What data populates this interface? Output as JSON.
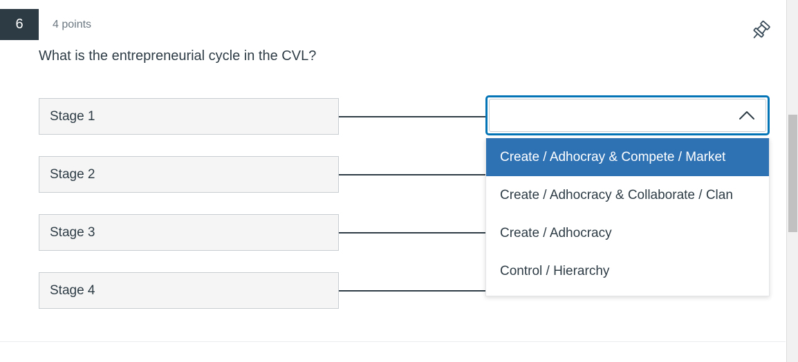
{
  "question": {
    "number": "6",
    "points": "4 points",
    "text": "What is the entrepreneurial cycle in the CVL?",
    "pin_icon": "pushpin-icon"
  },
  "matching": {
    "prompts": [
      {
        "label": "Stage 1"
      },
      {
        "label": "Stage 2"
      },
      {
        "label": "Stage 3"
      },
      {
        "label": "Stage 4"
      }
    ]
  },
  "answer_select": {
    "value": "",
    "placeholder": "",
    "expanded": true,
    "chevron_icon": "chevron-up-icon",
    "options": [
      {
        "label": "Create / Adhocray & Compete / Market",
        "selected": true
      },
      {
        "label": "Create / Adhocracy & Collaborate / Clan",
        "selected": false
      },
      {
        "label": "Create / Adhocracy",
        "selected": false
      },
      {
        "label": "Control / Hierarchy",
        "selected": false
      }
    ]
  },
  "colors": {
    "badge_background": "#2d3b45",
    "focus_ring": "#0374b5",
    "option_highlight": "#2f72b4",
    "prompt_background": "#f5f5f5",
    "text": "#2d3b45",
    "muted_text": "#6b7780"
  }
}
